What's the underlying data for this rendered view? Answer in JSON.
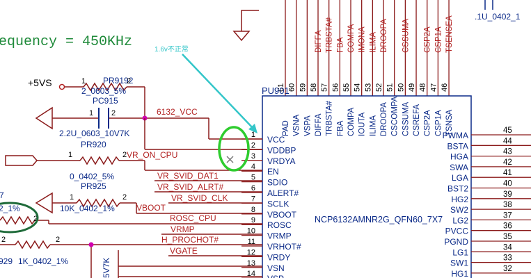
{
  "colors": {
    "wire": "#8b1a1a",
    "netlabel": "#b22222",
    "pin_text": "#0b2a88",
    "pin_number": "#000000",
    "component_text": "#0b2a88",
    "frequency_text": "#1f8a3a",
    "annotation_green": "#2ecc2e",
    "annotation_cyan": "#34c6c9",
    "annotation_dark_green": "#1f6b3a",
    "junction": "#d100b0",
    "no_connect": "#707070"
  },
  "frequency_note": "equency = 450KHz",
  "annotation": "1.6v不正常",
  "ref_designator": "PU901",
  "chip_part": "NCP6132AMNR2G_QFN60_7X7",
  "top_right_label": ".1U_0402_1",
  "top_pins": [
    {
      "num": "61",
      "name": "PAD",
      "net": ""
    },
    {
      "num": "60",
      "name": "VSNA",
      "net": ""
    },
    {
      "num": "59",
      "name": "VSPA",
      "net": ""
    },
    {
      "num": "58",
      "name": "DIFFA",
      "net": "DIFFA"
    },
    {
      "num": "57",
      "name": "TRBSTA#",
      "net": "TRBSTA#"
    },
    {
      "num": "56",
      "name": "FBA",
      "net": "FBA"
    },
    {
      "num": "55",
      "name": "COMPA",
      "net": "COMPA"
    },
    {
      "num": "54",
      "name": "IOUTA",
      "net": "IMONA"
    },
    {
      "num": "53",
      "name": "ILIMA",
      "net": "ILIMA"
    },
    {
      "num": "52",
      "name": "DROOPA",
      "net": "DROOPA"
    },
    {
      "num": "51",
      "name": "CSCOMPA",
      "net": ""
    },
    {
      "num": "50",
      "name": "CSSUMA",
      "net": "CSSUMA"
    },
    {
      "num": "49",
      "name": "CSREFA",
      "net": ""
    },
    {
      "num": "48",
      "name": "CSP2A",
      "net": "CSP2A"
    },
    {
      "num": "47",
      "name": "CSP1A",
      "net": "CSP1A"
    },
    {
      "num": "46",
      "name": "TSNSA",
      "net": "TSENSEA"
    }
  ],
  "left_pins": [
    {
      "num": "1",
      "name": "VCC",
      "net": "6132_VCC"
    },
    {
      "num": "2",
      "name": "VDDBP",
      "net": ""
    },
    {
      "num": "3",
      "name": "VRDYA",
      "net": ""
    },
    {
      "num": "4",
      "name": "EN",
      "net": "VR_ON_CPU"
    },
    {
      "num": "5",
      "name": "SDIO",
      "net": "VR_SVID_DAT1"
    },
    {
      "num": "6",
      "name": "ALERT#",
      "net": "VR_SVID_ALRT#"
    },
    {
      "num": "7",
      "name": "SCLK",
      "net": "VR_SVID_CLK"
    },
    {
      "num": "8",
      "name": "VBOOT",
      "net": "VBOOT"
    },
    {
      "num": "9",
      "name": "ROSC",
      "net": "ROSC_CPU"
    },
    {
      "num": "10",
      "name": "VRMP",
      "net": "VRMP"
    },
    {
      "num": "11",
      "name": "VRHOT#",
      "net": "H_PROCHOT#"
    },
    {
      "num": "12",
      "name": "VRDY",
      "net": "VGATE"
    },
    {
      "num": "13",
      "name": "VSN",
      "net": ""
    },
    {
      "num": "14",
      "name": "VSP",
      "net": ""
    }
  ],
  "right_pins": [
    {
      "num": "45",
      "name": "PWMA"
    },
    {
      "num": "44",
      "name": "BSTA"
    },
    {
      "num": "43",
      "name": "HGA"
    },
    {
      "num": "42",
      "name": "SWA"
    },
    {
      "num": "41",
      "name": "LGA"
    },
    {
      "num": "40",
      "name": "BST2"
    },
    {
      "num": "39",
      "name": "HG2"
    },
    {
      "num": "38",
      "name": "SW2"
    },
    {
      "num": "37",
      "name": "LG2"
    },
    {
      "num": "36",
      "name": "PVCC"
    },
    {
      "num": "35",
      "name": "PGND"
    },
    {
      "num": "34",
      "name": "LG1"
    },
    {
      "num": "33",
      "name": "SW1"
    },
    {
      "num": "32",
      "name": "HG1"
    }
  ],
  "components": {
    "pr9192": {
      "ref": "PR9192",
      "value": "2_0603_5%",
      "pin1": "1",
      "pin2": "2"
    },
    "pc915": {
      "ref": "PC915",
      "value": "2.2U_0603_10V7K",
      "pin1": "1",
      "pin2": "2"
    },
    "pr920": {
      "ref": "PR920",
      "value": "0_0402_5%",
      "pin1": "2",
      "pin2": "1"
    },
    "pr925": {
      "ref": "PR925",
      "value": "10K_0402_1%",
      "pin1": "1",
      "pin2": "2"
    },
    "pr929": {
      "ref_partial": "929",
      "value": "1K_0402_1%",
      "pin2": "2"
    },
    "left_res": {
      "value_partial": "2_1%",
      "pin_partial": "2"
    },
    "cap_vert": {
      "value_partial": "5V7K"
    }
  },
  "power_label": "+5VS",
  "edge_fragments": [
    "7",
    "2"
  ]
}
